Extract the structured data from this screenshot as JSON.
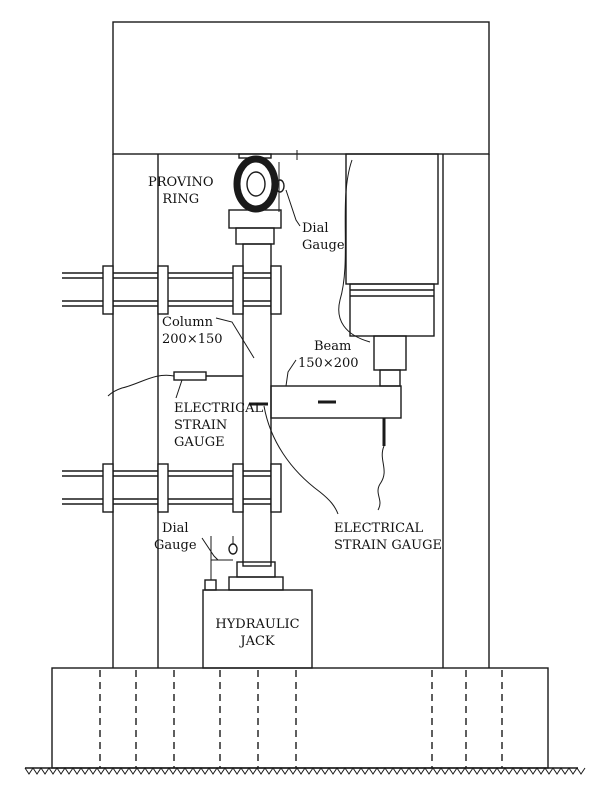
{
  "labels": {
    "provino_ring": [
      "PROVINO",
      "RING"
    ],
    "dial_gauge_top": [
      "Dial",
      "Gauge"
    ],
    "column": [
      "Column",
      "200×150"
    ],
    "beam": [
      "Beam",
      "150×200"
    ],
    "electrical_strain_gauge_left": [
      "ELECTRICAL",
      "STRAIN",
      "GAUGE"
    ],
    "electrical_strain_gauge_right": [
      "ELECTRICAL",
      "STRAIN GAUGE"
    ],
    "dial_gauge_bottom": [
      "Dial",
      "Gauge"
    ],
    "hydraulic_jack": [
      "HYDRAULIC",
      "JACK"
    ]
  },
  "colors": {
    "line": "#1a1a1a",
    "background": "#ffffff"
  }
}
